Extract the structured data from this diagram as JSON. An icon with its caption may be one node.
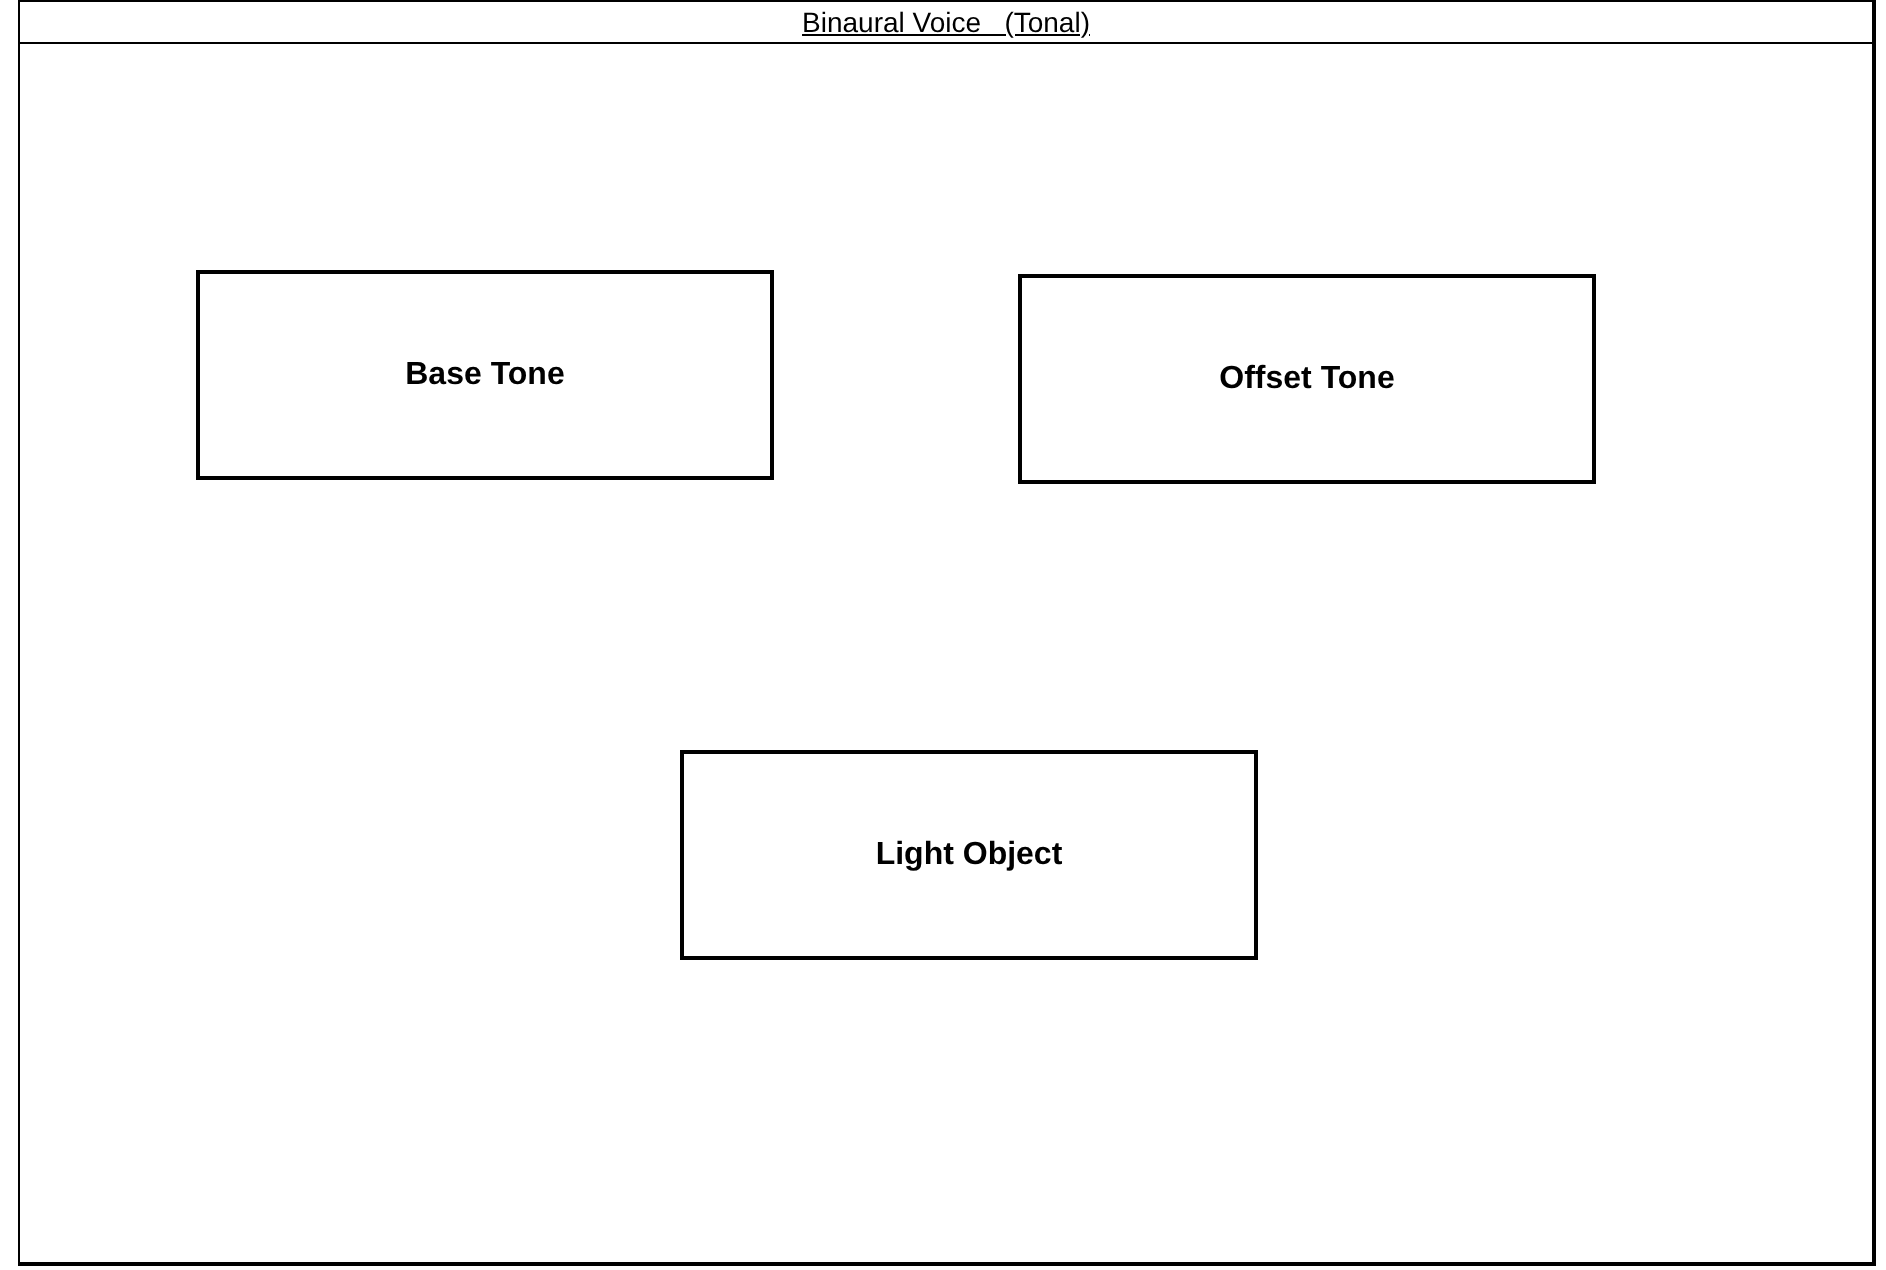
{
  "diagram": {
    "nodes": [
      {
        "text": [
          "Binaural Voice   (Tonal)"
        ]
      },
      {
        "text": [
          "Base Tone"
        ],
        "in": 0
      },
      {
        "text": [
          "Offset Tone"
        ],
        "in": 0
      },
      {
        "text": [
          "Light Object"
        ],
        "in": 0
      }
    ]
  }
}
